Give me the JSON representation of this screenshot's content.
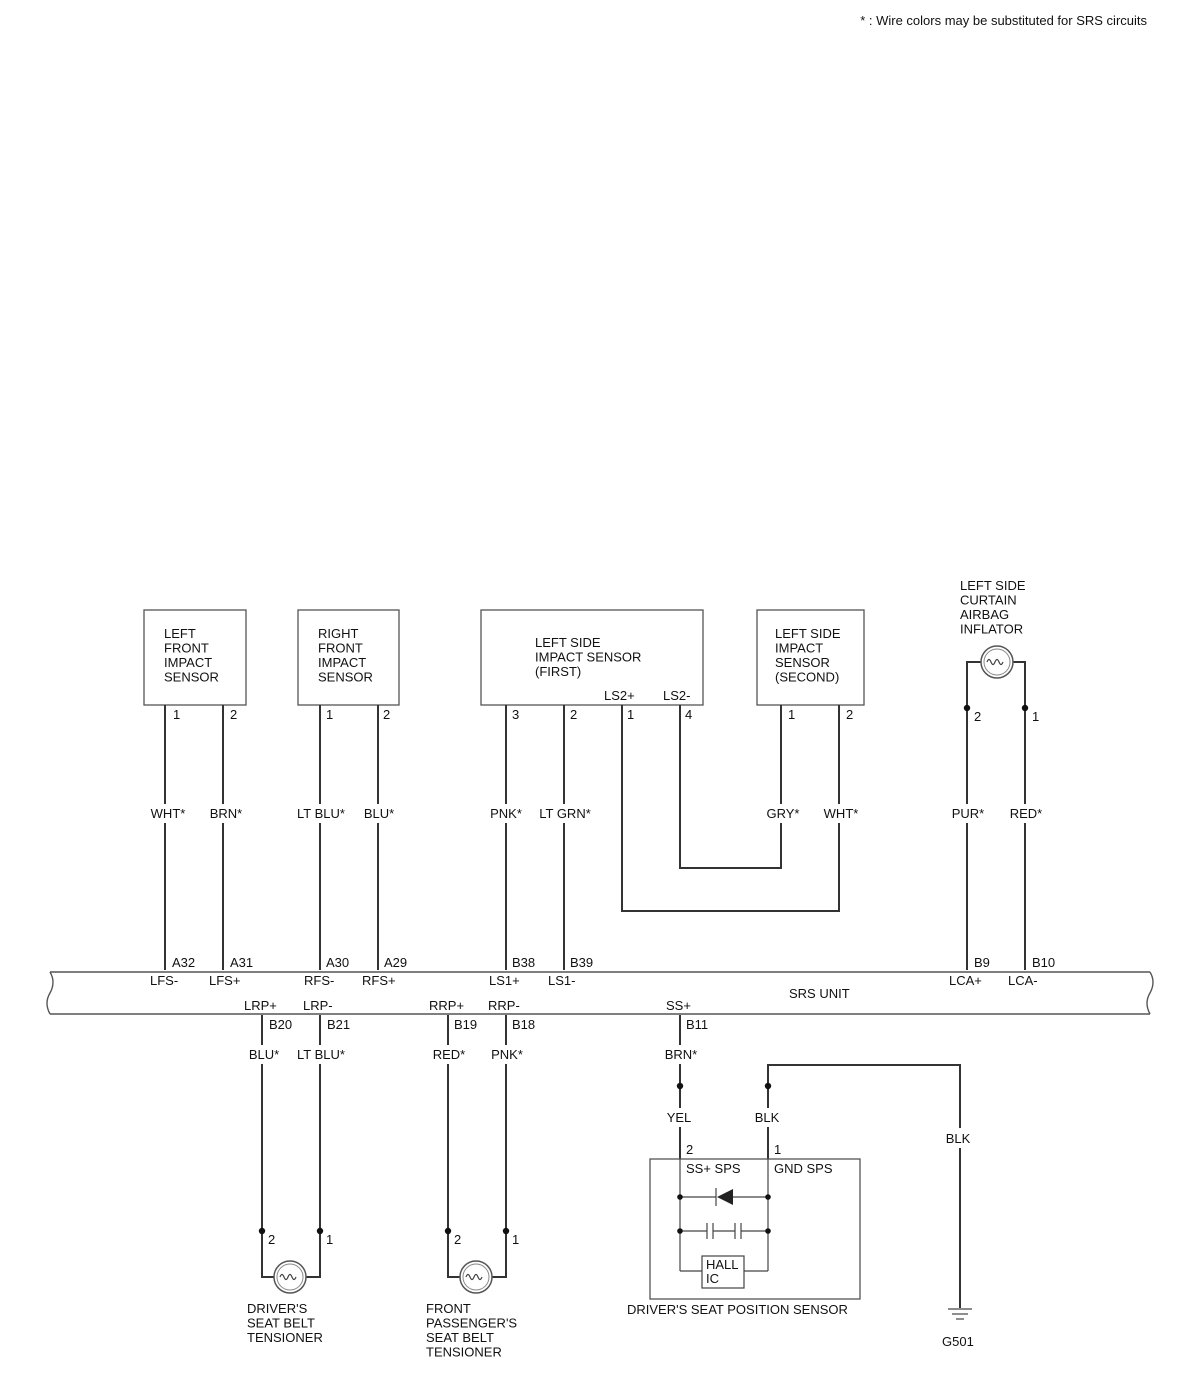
{
  "note": "* : Wire colors may be substituted for SRS circuits",
  "unit": {
    "name": "SRS UNIT"
  },
  "components": {
    "lf_sensor": [
      "LEFT",
      "FRONT",
      "IMPACT",
      "SENSOR"
    ],
    "rf_sensor": [
      "RIGHT",
      "FRONT",
      "IMPACT",
      "SENSOR"
    ],
    "ls1_sensor": [
      "LEFT SIDE",
      "IMPACT SENSOR",
      "(FIRST)"
    ],
    "ls2_sensor": [
      "LEFT SIDE",
      "IMPACT",
      "SENSOR",
      "(SECOND)"
    ],
    "curtain": [
      "LEFT SIDE",
      "CURTAIN",
      "AIRBAG",
      "INFLATOR"
    ],
    "driver_tensioner": [
      "DRIVER'S",
      "SEAT BELT",
      "TENSIONER"
    ],
    "pass_tensioner": [
      "FRONT",
      "PASSENGER'S",
      "SEAT BELT",
      "TENSIONER"
    ],
    "seat_position": "DRIVER'S SEAT POSITION SENSOR",
    "hall_ic": [
      "HALL",
      "IC"
    ],
    "ground": "G501"
  },
  "pins": {
    "lf1": "1",
    "lf2": "2",
    "rf1": "1",
    "rf2": "2",
    "ls1_3": "3",
    "ls1_2": "2",
    "ls1_1": "1",
    "ls1_4": "4",
    "ls1_ls2p": "LS2+",
    "ls1_ls2m": "LS2-",
    "ls2_1": "1",
    "ls2_2": "2",
    "cur2": "2",
    "cur1": "1",
    "dt2": "2",
    "dt1": "1",
    "pt2": "2",
    "pt1": "1",
    "sps2": "2",
    "sps1": "1",
    "sps_ss": "SS+ SPS",
    "sps_gnd": "GND SPS"
  },
  "wires": {
    "lf1": "WHT*",
    "lf2": "BRN*",
    "rf1": "LT BLU*",
    "rf2": "BLU*",
    "ls1_3": "PNK*",
    "ls1_2": "LT GRN*",
    "ls2_1": "GRY*",
    "ls2_2": "WHT*",
    "cur2": "PUR*",
    "cur1": "RED*",
    "b20": "BLU*",
    "b21": "LT BLU*",
    "b19": "RED*",
    "b18": "PNK*",
    "b11": "BRN*",
    "sps_yel": "YEL",
    "sps_blk": "BLK",
    "gnd_blk": "BLK"
  },
  "terminals": {
    "a32": "A32",
    "a31": "A31",
    "a30": "A30",
    "a29": "A29",
    "b38": "B38",
    "b39": "B39",
    "b9": "B9",
    "b10": "B10",
    "b20": "B20",
    "b21": "B21",
    "b19": "B19",
    "b18": "B18",
    "b11": "B11"
  },
  "signals": {
    "lfs_m": "LFS-",
    "lfs_p": "LFS+",
    "rfs_m": "RFS-",
    "rfs_p": "RFS+",
    "ls1_p": "LS1+",
    "ls1_m": "LS1-",
    "lca_p": "LCA+",
    "lca_m": "LCA-",
    "lrp_p": "LRP+",
    "lrp_m": "LRP-",
    "rrp_p": "RRP+",
    "rrp_m": "RRP-",
    "ss_p": "SS+"
  }
}
